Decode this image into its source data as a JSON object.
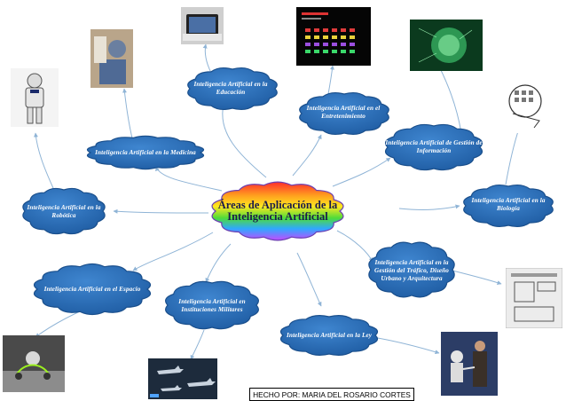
{
  "center": {
    "title": "Áreas de Aplicación de la Inteligencia Artificial"
  },
  "topics": [
    {
      "id": "educacion",
      "label": "Inteligencia Artificial en la Educación"
    },
    {
      "id": "entretenimiento",
      "label": "Inteligencia Artificial en el Entretenimiento"
    },
    {
      "id": "medicina",
      "label": "Inteligencia Artificial en la Medicina"
    },
    {
      "id": "gestion-informacion",
      "label": "Inteligencia Artificial de Gestión de Información"
    },
    {
      "id": "robotica",
      "label": "Inteligencia Artificial en la Robótica"
    },
    {
      "id": "biologia",
      "label": "Inteligencia Artificial en la Biología"
    },
    {
      "id": "trafico",
      "label": "Inteligencia Artificial en la Gestión del Tráfico, Diseño Urbano y Arquitectura"
    },
    {
      "id": "espacio",
      "label": "Inteligencia Artificial en el Espacio"
    },
    {
      "id": "militares",
      "label": "Inteligencia Artificial en Instituciones Militares"
    },
    {
      "id": "ley",
      "label": "Inteligencia Artificial en la Ley"
    }
  ],
  "footer": {
    "credit": "HECHO POR: MARIA DEL ROSARIO CORTES"
  },
  "colors": {
    "cloud_fill": "#2b6bb3",
    "cloud_edge": "#1a4f8c",
    "connector": "#8fb4d6",
    "center_rainbow": [
      "#ff2d2d",
      "#ff9a1f",
      "#ffe81f",
      "#4ddc3a",
      "#2fa8ff",
      "#c34bff"
    ]
  }
}
